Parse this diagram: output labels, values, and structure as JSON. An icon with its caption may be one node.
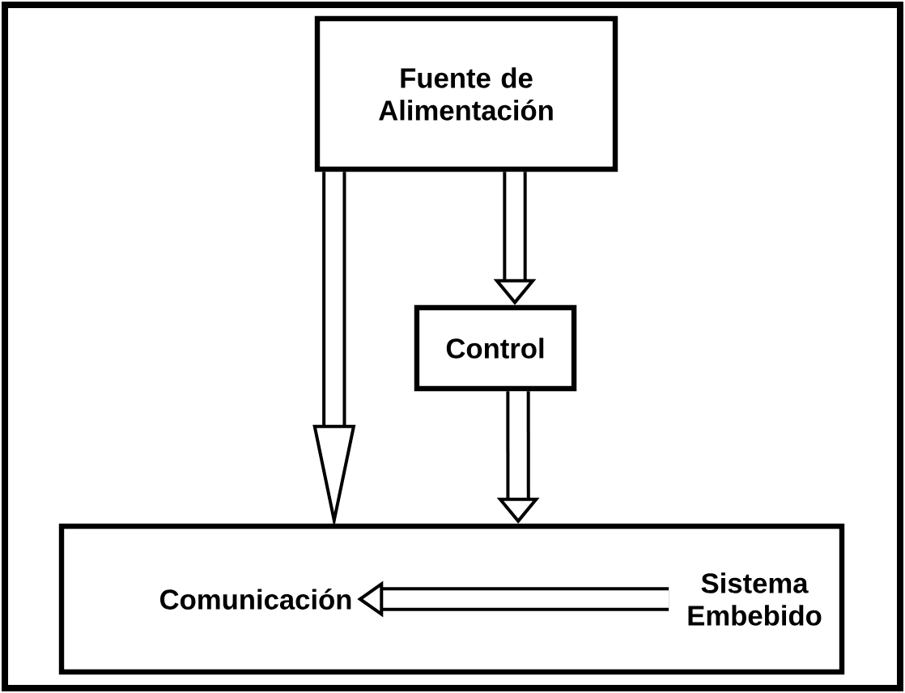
{
  "diagram": {
    "nodes": [
      {
        "text": [
          "Fuente de Alimentación"
        ]
      },
      {
        "text": [
          "Control"
        ]
      },
      {
        "text": [],
        "shape": "box"
      },
      {
        "text": [
          "Comunicación"
        ],
        "in": 2
      },
      {
        "text": [
          "Sistema Embebido"
        ],
        "in": 2
      }
    ],
    "edges": [
      {
        "from": 0,
        "to": 2,
        "arrow": "to"
      },
      {
        "from": 0,
        "to": 1,
        "arrow": "to"
      },
      {
        "from": 1,
        "to": 2,
        "arrow": "to"
      },
      {
        "from": 4,
        "to": 3,
        "arrow": "to"
      }
    ]
  }
}
